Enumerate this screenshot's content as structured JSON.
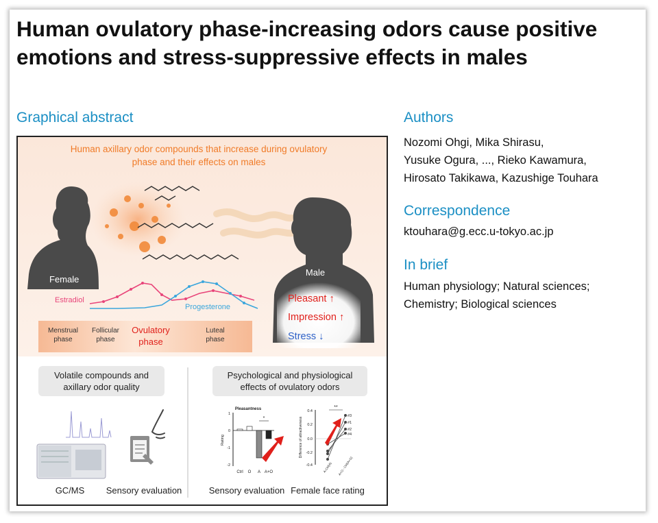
{
  "paper": {
    "title": "Human ovulatory phase-increasing odors cause positive emotions and stress-suppressive effects in males"
  },
  "graphical_abstract": {
    "heading": "Graphical abstract",
    "top_caption_line1": "Human axillary odor compounds that increase during ovulatory",
    "top_caption_line2": "phase and their effects on males",
    "female_label": "Female",
    "male_label": "Male",
    "estradiol_label": "Estradiol",
    "progesterone_label": "Progesterone",
    "phases": {
      "menstrual_1": "Menstrual",
      "menstrual_2": "phase",
      "follicular_1": "Follicular",
      "follicular_2": "phase",
      "ovulatory_1": "Ovulatory",
      "ovulatory_2": "phase",
      "luteal_1": "Luteal",
      "luteal_2": "phase"
    },
    "effects": {
      "pleasant": "Pleasant ↑",
      "impression": "Impression ↑",
      "stress": "Stress ↓"
    },
    "box_left_line1": "Volatile compounds and",
    "box_left_line2": "axillary odor quality",
    "box_right_line1": "Psychological and physiological",
    "box_right_line2": "effects of ovulatory odors",
    "caption_gcms": "GC/MS",
    "caption_sensory1": "Sensory evaluation",
    "caption_sensory2": "Sensory evaluation",
    "caption_face": "Female face rating",
    "mini_bar": {
      "title": "Pleasantness",
      "ylabel": "Rating",
      "sig": "*",
      "categories": [
        "Ctrl",
        "O",
        "A",
        "A+O"
      ],
      "yticks": [
        "1",
        "0",
        "-1",
        "-2"
      ]
    },
    "mini_line": {
      "ylabel": "Difference of attractiveness",
      "sig": "**",
      "yticks": [
        "0.4",
        "0.2",
        "0.0",
        "-0.2",
        "-0.4"
      ],
      "xticks": [
        "A-Ctrl(A)",
        "A+O - Ctrl(A+O)"
      ],
      "series_labels": [
        "#3",
        "#1",
        "#2",
        "#4"
      ]
    },
    "colors": {
      "orange": "#f07b28",
      "estradiol": "#e8457a",
      "progesterone": "#3aa6dc",
      "red": "#e0201b",
      "blue": "#2f62c8"
    }
  },
  "authors": {
    "heading": "Authors",
    "line1": "Nozomi Ohgi, Mika Shirasu,",
    "line2": "Yusuke Ogura, ..., Rieko Kawamura,",
    "line3": "Hirosato Takikawa, Kazushige Touhara"
  },
  "correspondence": {
    "heading": "Correspondence",
    "email": "ktouhara@g.ecc.u-tokyo.ac.jp"
  },
  "in_brief": {
    "heading": "In brief",
    "line1": "Human physiology; Natural sciences;",
    "line2": "Chemistry; Biological sciences"
  }
}
